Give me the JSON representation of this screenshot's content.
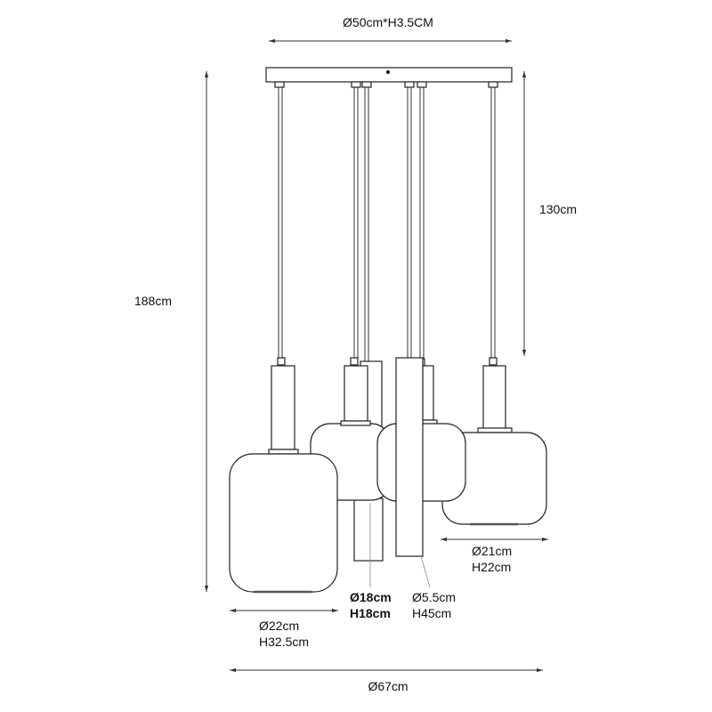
{
  "dimensions": {
    "canopy": "Ø50cm*H3.5CM",
    "total_height": "188cm",
    "cord_length": "130cm",
    "total_diameter": "Ø67cm",
    "lamp_large": {
      "diameter": "Ø22cm",
      "height": "H32.5cm"
    },
    "lamp_small": {
      "diameter": "Ø18cm",
      "height": "H18cm"
    },
    "lamp_tube": {
      "diameter": "Ø5.5cm",
      "height": "H45cm"
    },
    "lamp_wide": {
      "diameter": "Ø21cm",
      "height": "H22cm"
    }
  }
}
